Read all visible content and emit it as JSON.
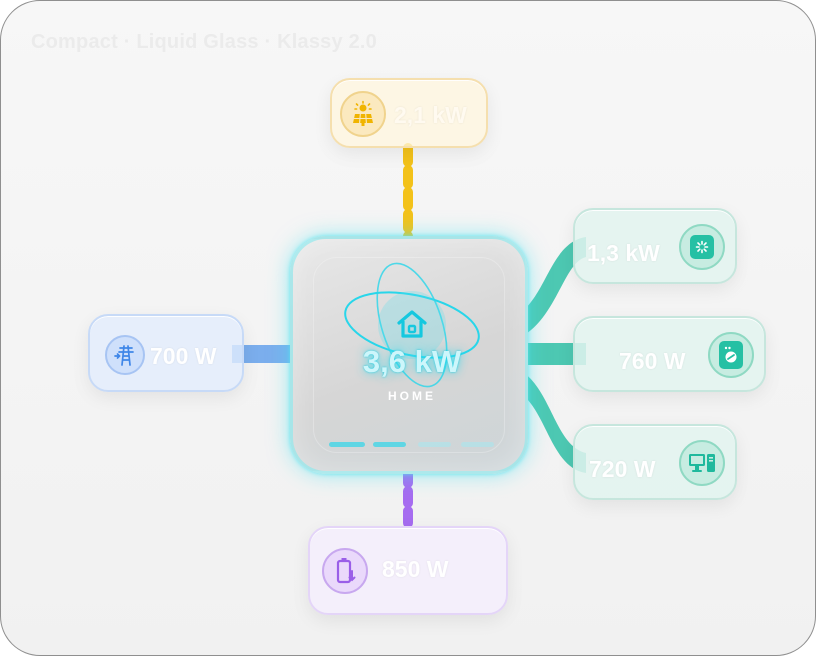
{
  "title": "Compact · Liquid Glass · Klassy 2.0",
  "solar": {
    "value": "2,1 kW",
    "icon": "solar-panel-icon",
    "color": "#f3c21a"
  },
  "grid": {
    "value": "700 W",
    "icon": "transmission-tower-icon",
    "color": "#5d9bec"
  },
  "home": {
    "value": "3,6 kW",
    "label": "HOME",
    "icon": "home-icon",
    "color": "#2ed3e6",
    "bars_lit": 2,
    "bars_total": 4
  },
  "battery": {
    "value": "850 W",
    "label": "",
    "icon": "battery-charging-icon",
    "color": "#a66cf0"
  },
  "devices": [
    {
      "id": "ac",
      "label": "",
      "value": "1,3 kW",
      "icon": "air-conditioner-icon"
    },
    {
      "id": "wash",
      "label": "",
      "value": "760 W",
      "icon": "washing-machine-icon"
    },
    {
      "id": "pc",
      "label": "",
      "value": "720 W",
      "icon": "desktop-computer-icon"
    }
  ],
  "device_color": "#2fbfa6"
}
